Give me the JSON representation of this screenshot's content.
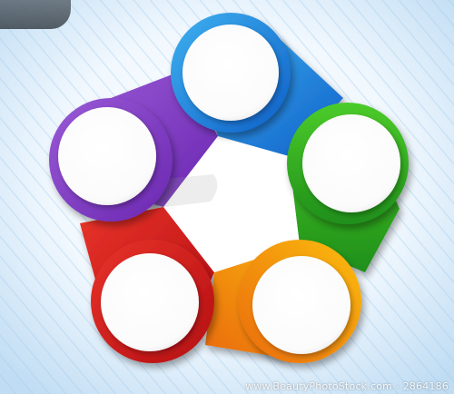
{
  "watermark": {
    "text": "www.BeautyPhotoStock.com - 2864186"
  },
  "colors": {
    "background_light": "#ffffff",
    "background_edge": "#bfdcf3",
    "blue": "#1e8fdc",
    "green": "#35b11f",
    "orange": "#f2920a",
    "red": "#d8151b",
    "purple": "#8a3cc4"
  },
  "diagram": {
    "type": "cycle",
    "nodes": [
      {
        "name": "blue-node",
        "color": "blue",
        "label": ""
      },
      {
        "name": "green-node",
        "color": "green",
        "label": ""
      },
      {
        "name": "orange-node",
        "color": "orange",
        "label": ""
      },
      {
        "name": "red-node",
        "color": "red",
        "label": ""
      },
      {
        "name": "purple-node",
        "color": "purple",
        "label": ""
      }
    ]
  }
}
